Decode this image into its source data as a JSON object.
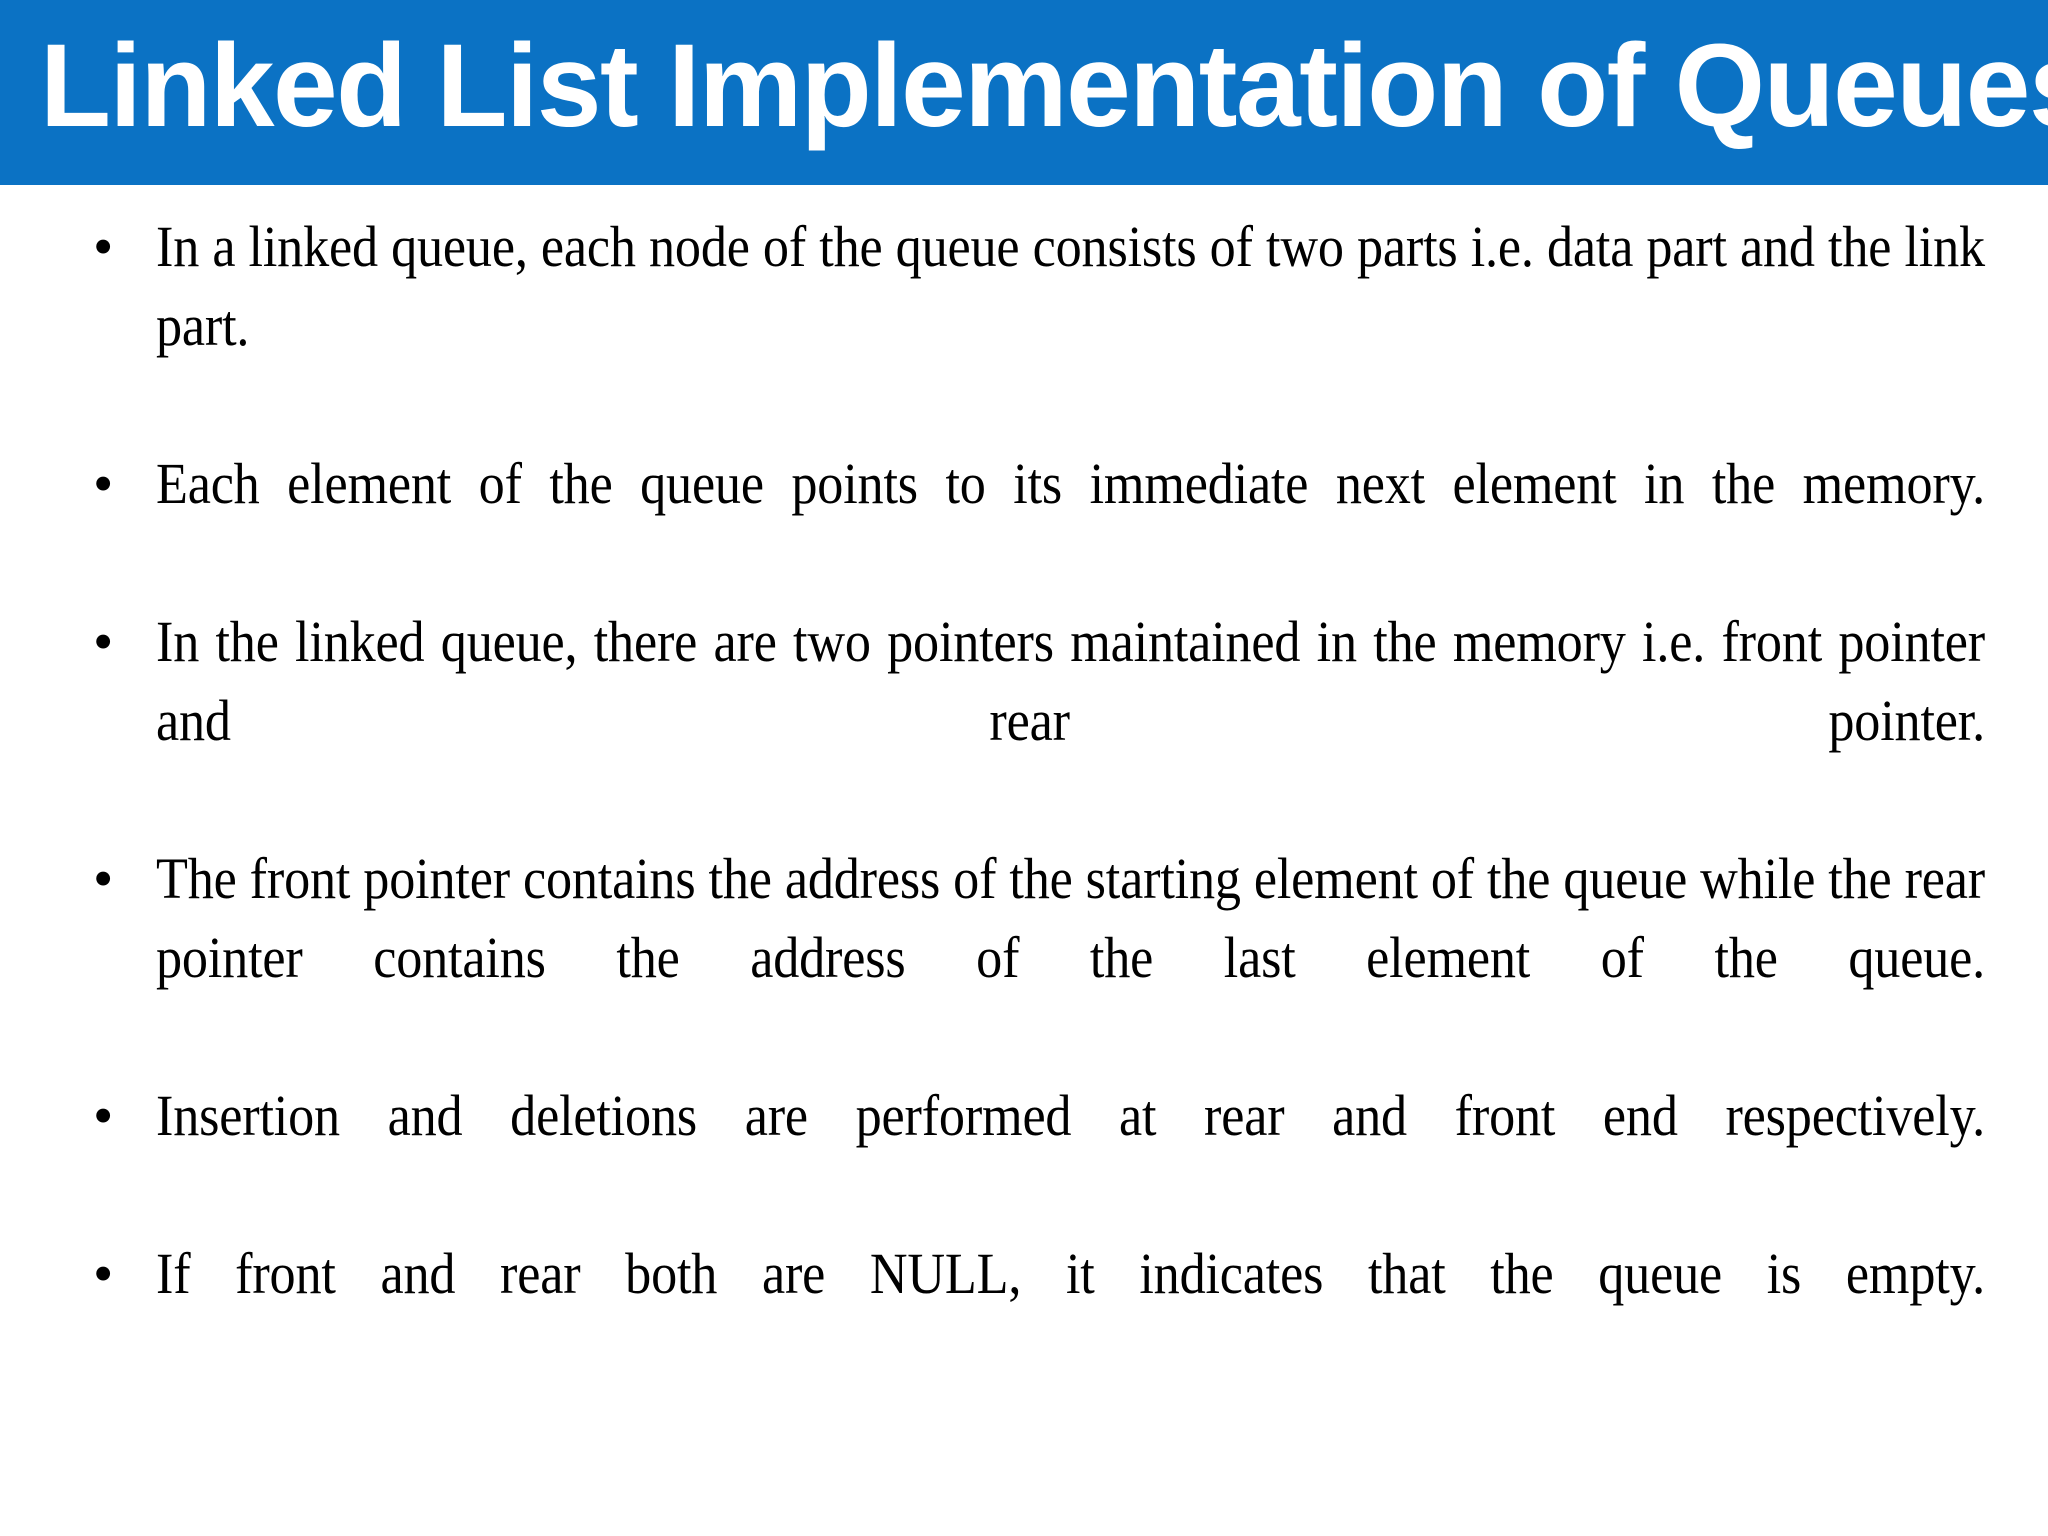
{
  "slide": {
    "title": "Linked List Implementation of Queues",
    "background_color": "#FFFFFF",
    "banner_color": "#0B72C4",
    "title_color": "#FFFFFF",
    "body_text_color": "#000000",
    "bullet_glyph": "•"
  },
  "body": {
    "bullets": [
      "In a linked queue, each node of the queue consists of two parts i.e. data part and the link part.",
      "Each element of the queue points to its immediate next element in the memory.",
      "In the linked queue, there are two pointers maintained in the memory i.e. front pointer and rear pointer.",
      "The front pointer contains the address of the starting element of the queue while the rear pointer contains the address of the last element of the queue.",
      "Insertion and deletions are performed at rear and front end respectively.",
      "If front and rear both are NULL, it indicates that the queue is empty."
    ]
  }
}
